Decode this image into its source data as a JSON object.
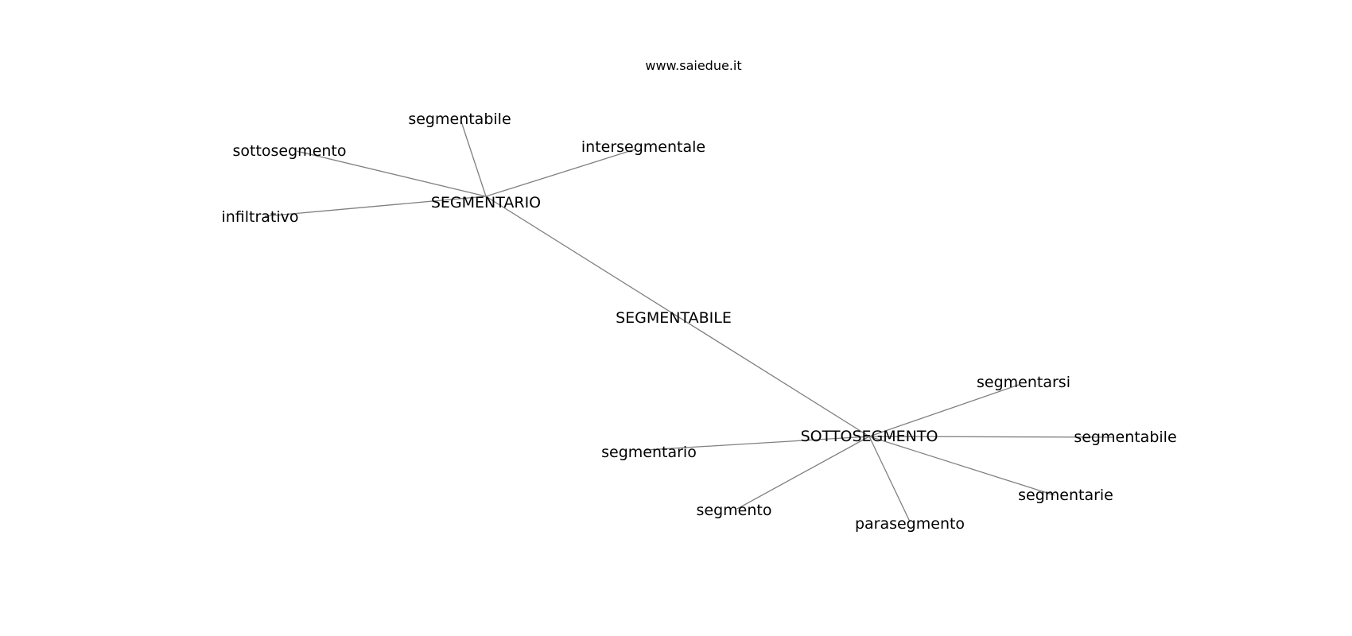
{
  "watermark": "www.saiedue.it",
  "colors": {
    "edge": "#808080",
    "text": "#000000",
    "background": "#ffffff"
  },
  "graph": {
    "nodes": [
      {
        "id": "segmentabile_center",
        "label": "SEGMENTABILE"
      },
      {
        "id": "segmentario_hub",
        "label": "SEGMENTARIO"
      },
      {
        "id": "sottosegmento_hub",
        "label": "SOTTOSEGMENTO"
      },
      {
        "id": "n_segmentabile_top",
        "label": "segmentabile"
      },
      {
        "id": "n_intersegmentale",
        "label": "intersegmentale"
      },
      {
        "id": "n_sottosegmento",
        "label": "sottosegmento"
      },
      {
        "id": "n_infiltrativo",
        "label": "infiltrativo"
      },
      {
        "id": "n_segmentarsi",
        "label": "segmentarsi"
      },
      {
        "id": "n_segmentabile_right",
        "label": "segmentabile"
      },
      {
        "id": "n_segmentario",
        "label": "segmentario"
      },
      {
        "id": "n_segmento",
        "label": "segmento"
      },
      {
        "id": "n_parasegmento",
        "label": "parasegmento"
      },
      {
        "id": "n_segmentarie",
        "label": "segmentarie"
      }
    ],
    "edges": [
      {
        "from": "segmentario_hub",
        "to": "sottosegmento_hub"
      },
      {
        "from": "segmentario_hub",
        "to": "n_segmentabile_top"
      },
      {
        "from": "segmentario_hub",
        "to": "n_intersegmentale"
      },
      {
        "from": "segmentario_hub",
        "to": "n_sottosegmento"
      },
      {
        "from": "segmentario_hub",
        "to": "n_infiltrativo"
      },
      {
        "from": "sottosegmento_hub",
        "to": "n_segmentarsi"
      },
      {
        "from": "sottosegmento_hub",
        "to": "n_segmentabile_right"
      },
      {
        "from": "sottosegmento_hub",
        "to": "n_segmentario"
      },
      {
        "from": "sottosegmento_hub",
        "to": "n_segmento"
      },
      {
        "from": "sottosegmento_hub",
        "to": "n_parasegmento"
      },
      {
        "from": "sottosegmento_hub",
        "to": "n_segmentarie"
      }
    ]
  }
}
